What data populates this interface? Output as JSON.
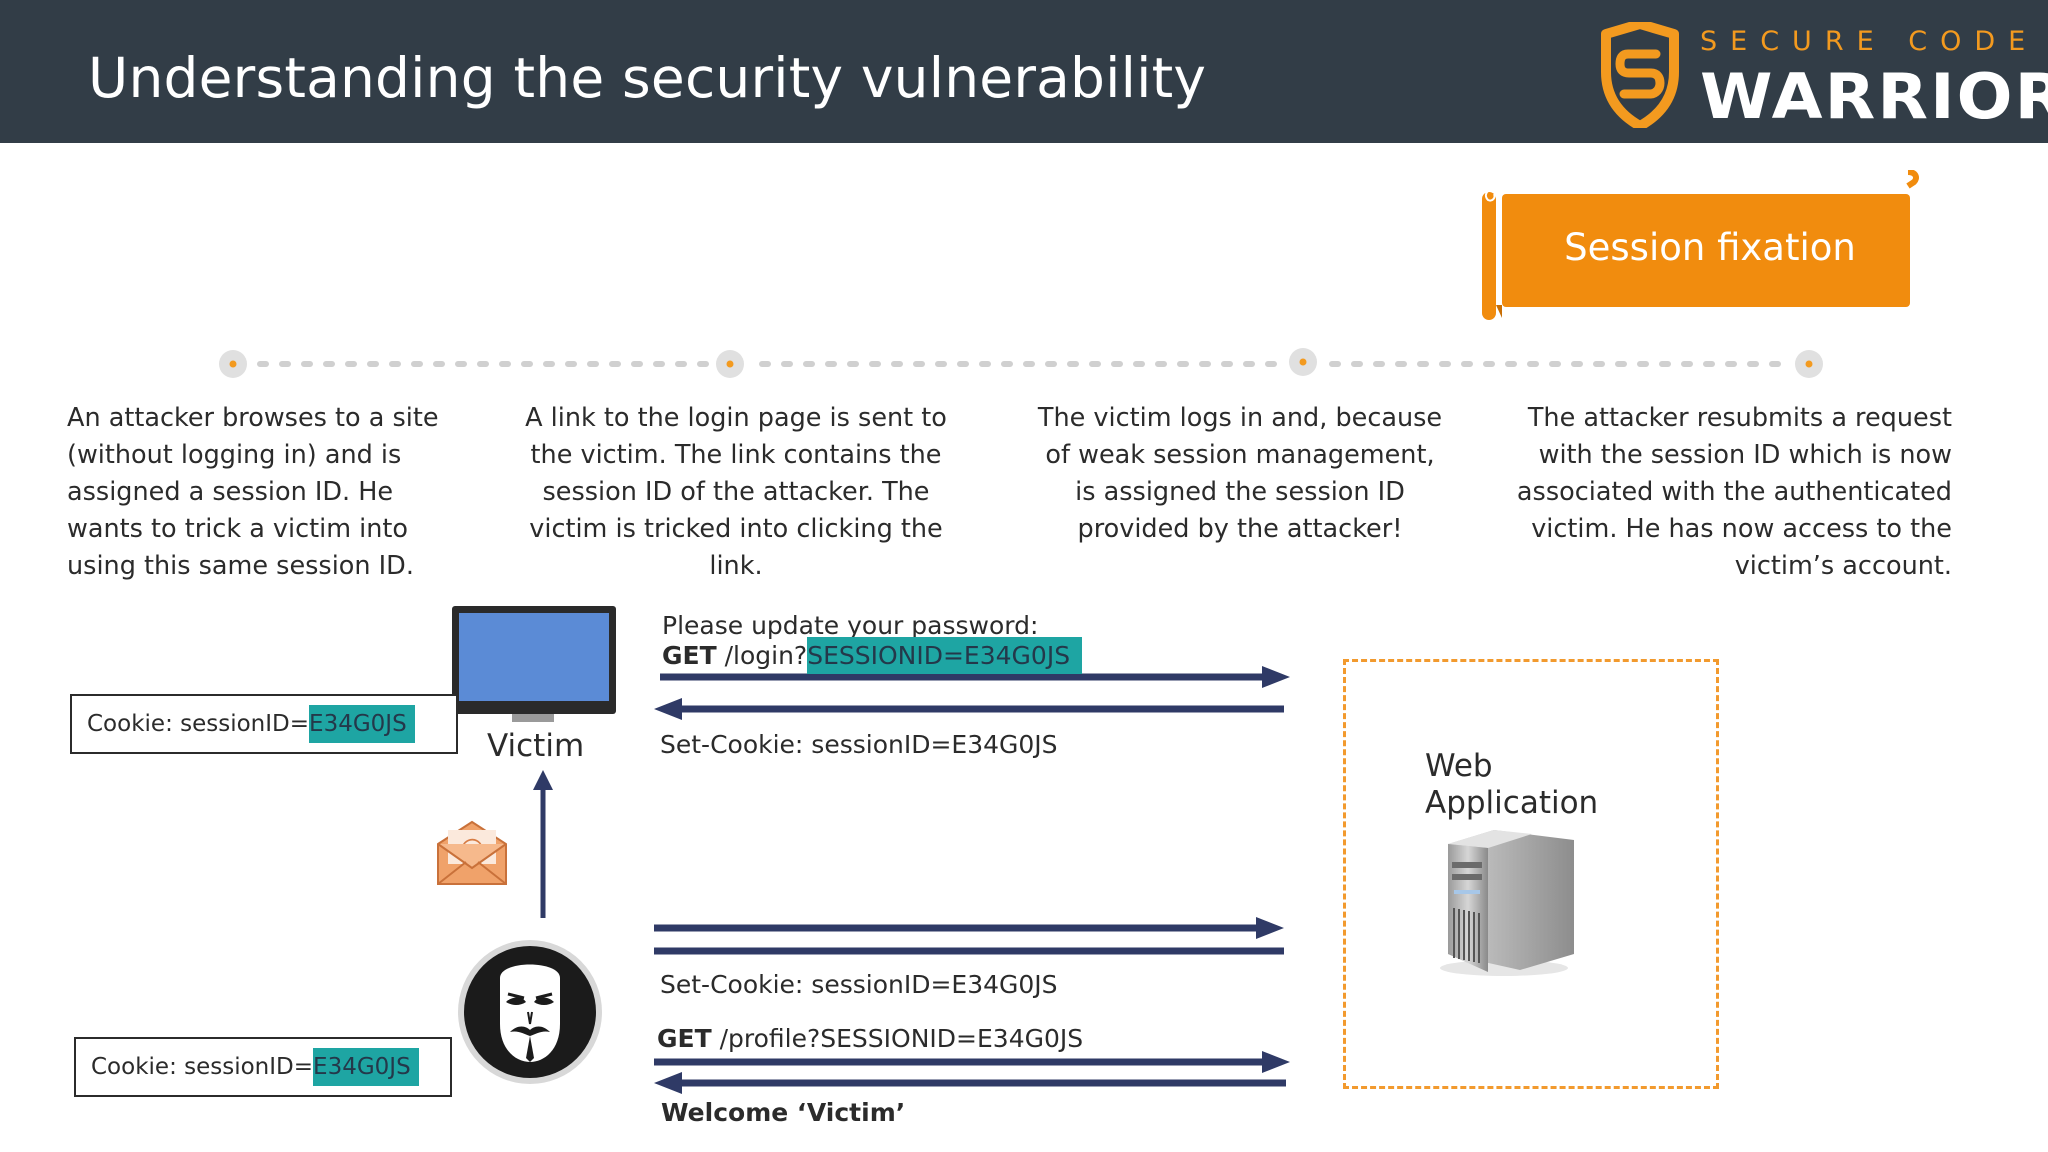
{
  "header": {
    "title": "Understanding the security vulnerability",
    "brand_top": "SECURE CODE",
    "brand_main": "WARRIOR"
  },
  "banner": {
    "label": "Session fixation"
  },
  "steps": [
    "An attacker browses to a site (without logging in) and is assigned a session ID. He wants to trick a victim into using this same session ID.",
    "A link to the login page is sent to the victim. The link contains the session ID of the attacker. The victim is tricked into clicking the link.",
    "The victim logs in and, because of weak session management, is assigned the session ID provided by the attacker!",
    "The attacker resubmits a request with the session ID which is now associated with the authenticated victim. He has now access to the victim’s account."
  ],
  "diagram": {
    "victim_label": "Victim",
    "webapp_label_line1": "Web",
    "webapp_label_line2": "Application",
    "cookie_victim_prefix": "Cookie: sessionID=",
    "cookie_victim_id": "E34G0JS",
    "cookie_attacker_prefix": "Cookie: sessionID=",
    "cookie_attacker_id": "E34G0JS",
    "msg_update": "Please update your password:",
    "msg_get_login_method": "GET",
    "msg_get_login_path": " /login?",
    "msg_get_login_param": "SESSIONID=E34G0JS",
    "msg_setcookie_1": "Set-Cookie: sessionID=E34G0JS",
    "msg_setcookie_2": "Set-Cookie: sessionID=E34G0JS",
    "msg_get_profile_method": "GET",
    "msg_get_profile_path": " /profile?SESSIONID=E34G0JS",
    "msg_welcome": "Welcome ‘Victim’"
  },
  "colors": {
    "header_bg": "#323d47",
    "accent_orange": "#f39a1f",
    "arrow_navy": "#2f3a66",
    "highlight_teal": "#1ea5a3",
    "webapp_border": "#f29a2e"
  },
  "icons": [
    "shield-logo-icon",
    "monitor-icon",
    "email-envelope-icon",
    "anonymous-mask-icon",
    "server-tower-icon"
  ]
}
